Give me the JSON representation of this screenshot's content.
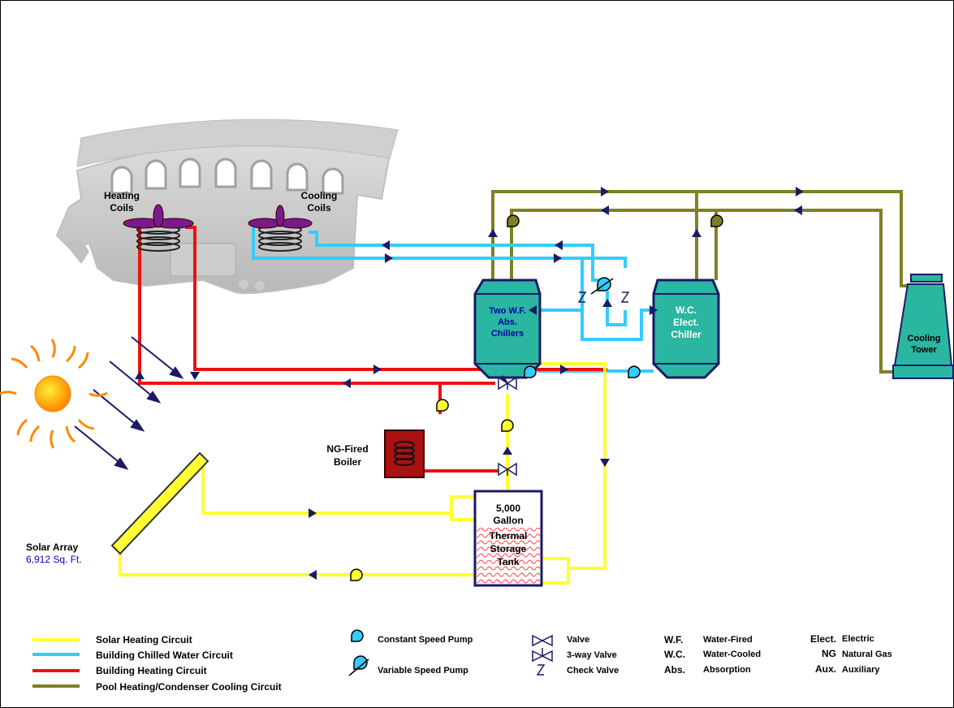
{
  "colors": {
    "solar": "#ffff33",
    "chilled": "#33ccff",
    "heating": "#ee1111",
    "pool": "#808022",
    "equipment": "#2ab6a0",
    "building": "#c8c8c8"
  },
  "labels": {
    "heating_coils": [
      "Heating",
      "Coils"
    ],
    "cooling_coils": [
      "Cooling",
      "Coils"
    ],
    "chillers_wf": [
      "Two W.F.",
      "Abs.",
      "Chillers"
    ],
    "chiller_wc": [
      "W.C.",
      "Elect.",
      "Chiller"
    ],
    "cooling_tower": [
      "Cooling",
      "Tower"
    ],
    "boiler": [
      "NG-Fired",
      "Boiler"
    ],
    "tank": [
      "5,000",
      "Gallon",
      "Thermal",
      "Storage",
      "Tank"
    ],
    "solar_array": "Solar Array",
    "solar_area": "6,912 Sq. Ft."
  },
  "legend": {
    "circuits": [
      {
        "label": "Solar Heating Circuit",
        "color": "#ffff33"
      },
      {
        "label": "Building Chilled Water Circuit",
        "color": "#33ccff"
      },
      {
        "label": "Building Heating Circuit",
        "color": "#ee1111"
      },
      {
        "label": "Pool Heating/Condenser Cooling Circuit",
        "color": "#808022"
      }
    ],
    "symbols": {
      "constant_pump": "Constant Speed Pump",
      "variable_pump": "Variable Speed Pump",
      "valve": "Valve",
      "three_way": "3-way Valve",
      "check": "Check Valve"
    },
    "abbreviations": [
      {
        "abbr": "W.F.",
        "meaning": "Water-Fired"
      },
      {
        "abbr": "W.C.",
        "meaning": "Water-Cooled"
      },
      {
        "abbr": "Abs.",
        "meaning": "Absorption"
      },
      {
        "abbr": "Elect.",
        "meaning": "Electric"
      },
      {
        "abbr": "NG",
        "meaning": "Natural Gas"
      },
      {
        "abbr": "Aux.",
        "meaning": "Auxiliary"
      }
    ]
  }
}
